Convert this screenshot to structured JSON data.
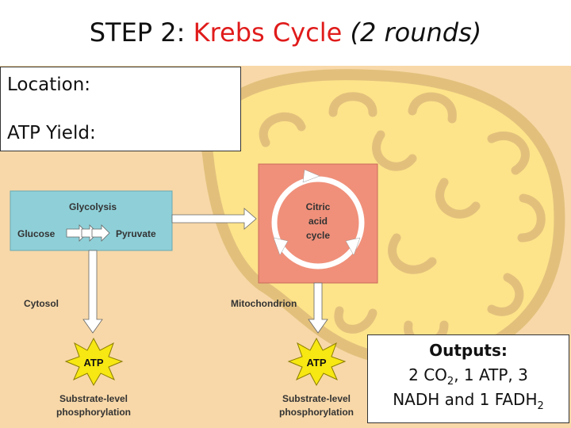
{
  "title": {
    "step": "STEP 2:",
    "name": "Krebs Cycle",
    "rounds": "(2 rounds)"
  },
  "info_box": {
    "location_label": "Location:",
    "atp_yield_label": "ATP Yield:"
  },
  "diagram": {
    "glycolysis": "Glycolysis",
    "glucose": "Glucose",
    "pyruvate": "Pyruvate",
    "cytosol": "Cytosol",
    "mitochondrion": "Mitochondrion",
    "citric_line1": "Citric",
    "citric_line2": "acid",
    "citric_line3": "cycle",
    "atp_left": "ATP",
    "atp_right": "ATP",
    "substrate_line1": "Substrate-level",
    "substrate_line2": "phosphorylation"
  },
  "outputs": {
    "heading": "Outputs:",
    "line1_a": "2 CO",
    "line1_sub": "2",
    "line1_b": ", 1 ATP, 3",
    "line2_a": "NADH and 1 FADH",
    "line2_sub": "2"
  },
  "colors": {
    "title_red": "#e01b1b",
    "background_tan": "#f8d8a8",
    "mitochondrion_fill": "#fde38a",
    "mitochondrion_outline": "#e2c07c",
    "glycolysis_box": "#8fd0d8",
    "citric_box": "#f0907a",
    "atp_star": "#f7e712"
  }
}
